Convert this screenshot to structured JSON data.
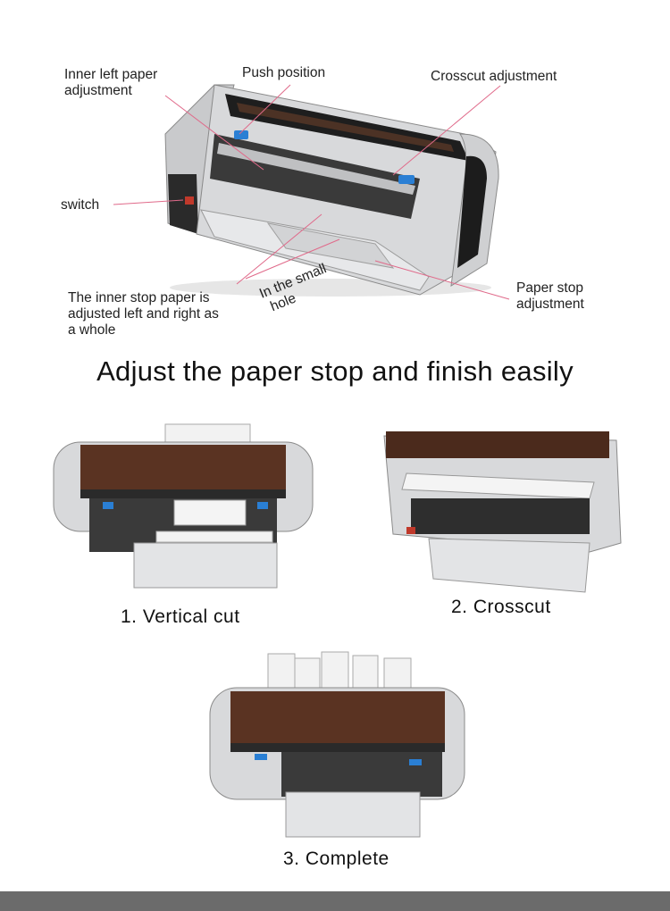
{
  "diagram": {
    "labels": {
      "inner_left": "Inner left paper adjustment",
      "inner_left_line1": "Inner left paper",
      "inner_left_line2": "adjustment",
      "push_position": "Push position",
      "crosscut_adjustment": "Crosscut adjustment",
      "switch": "switch",
      "in_small_hole_line1": "In the small",
      "in_small_hole_line2": "hole",
      "inner_stop_line1": "The inner stop paper is",
      "inner_stop_line2": "adjusted left and right as",
      "inner_stop_line3": "a whole",
      "paper_stop_line1": "Paper stop",
      "paper_stop_line2": "adjustment"
    }
  },
  "heading": "Adjust the paper stop and finish easily",
  "steps": [
    {
      "caption": "1. Vertical cut"
    },
    {
      "caption": "2. Crosscut"
    },
    {
      "caption": "3. Complete"
    }
  ],
  "colors": {
    "machine_body": "#d8d9db",
    "machine_lid": "#6b3f2a",
    "callout_line": "#e06a8a",
    "footer": "#6b6b6b"
  }
}
